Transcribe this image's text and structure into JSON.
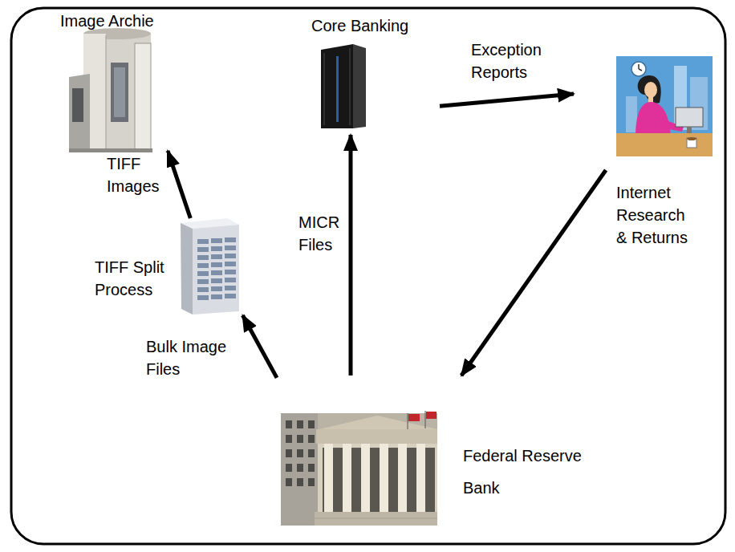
{
  "diagram": {
    "nodes": [
      {
        "text": [
          "Image Archie"
        ]
      },
      {
        "text": [
          "Core Banking"
        ]
      },
      {
        "text": []
      },
      {
        "text": [
          "TIFF Split Process"
        ]
      },
      {
        "text": [
          "Federal Reserve Bank"
        ]
      }
    ],
    "edges": [
      {
        "from": 1,
        "to": 2,
        "label": "Exception Reports",
        "arrow": "to"
      },
      {
        "from": 2,
        "to": 4,
        "label": "Internet Research & Returns",
        "arrow": "to"
      },
      {
        "from": 4,
        "to": 3,
        "label": "Bulk Image Files",
        "arrow": "to"
      },
      {
        "from": 3,
        "to": 0,
        "label": "TIFF Images",
        "arrow": "to"
      },
      {
        "from": 4,
        "to": 1,
        "label": "MICR Files",
        "arrow": "to"
      }
    ]
  }
}
